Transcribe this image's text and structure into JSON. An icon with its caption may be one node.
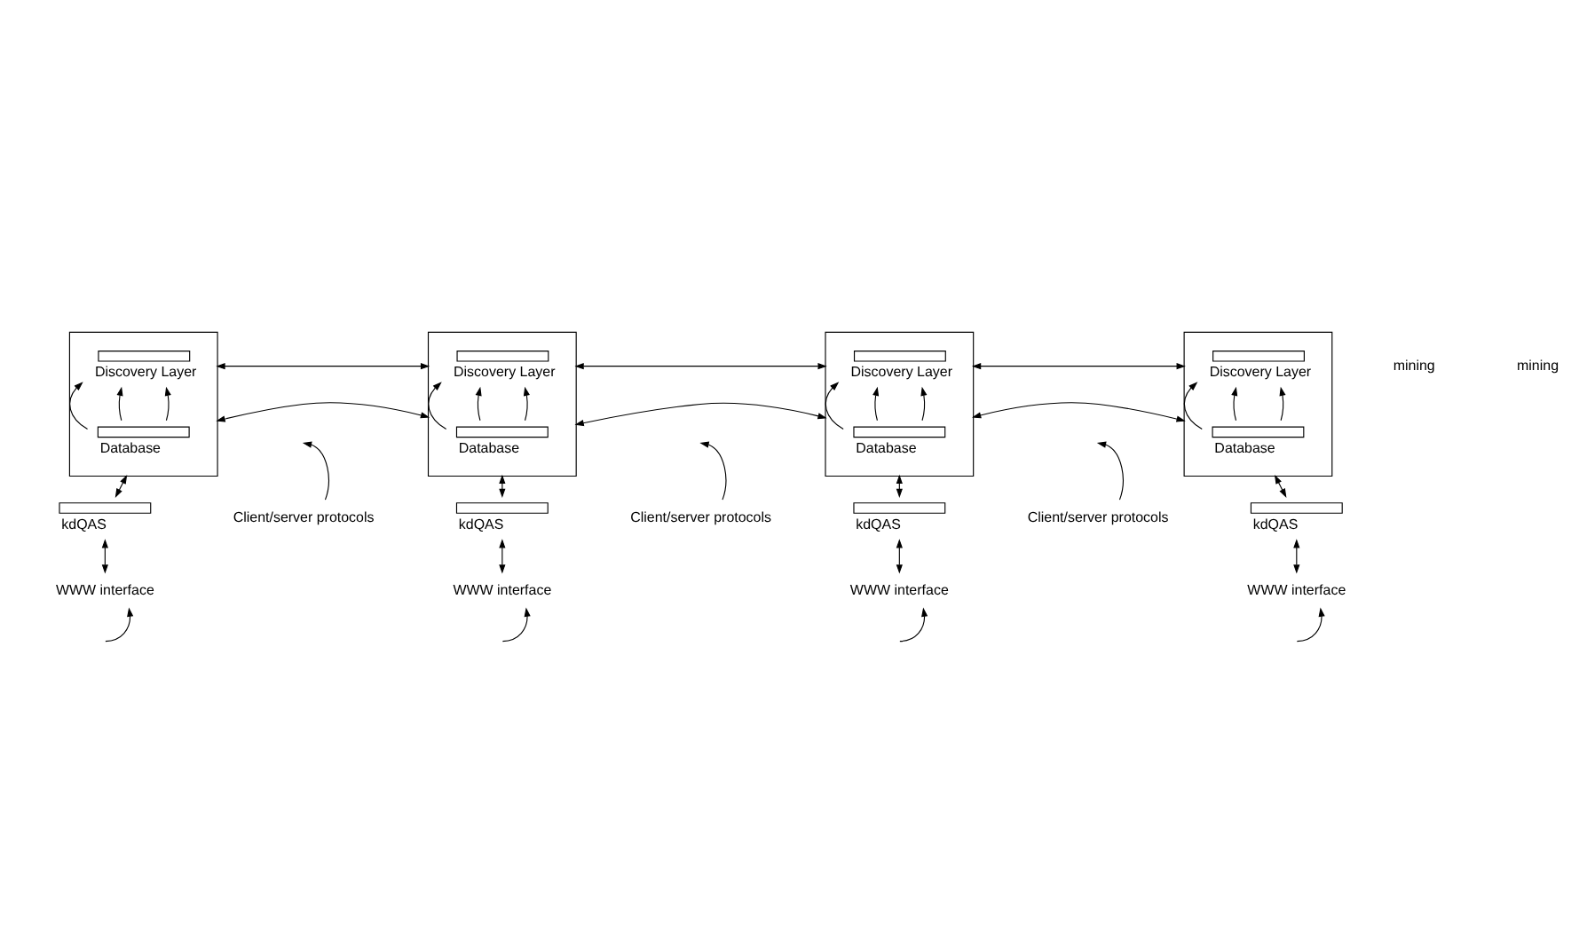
{
  "diagram": {
    "nodes": [
      {
        "text": [],
        "shape": "box"
      },
      {
        "text": [
          "Discovery Layer"
        ],
        "in": 0
      },
      {
        "text": [
          "Database"
        ],
        "in": 0
      },
      {
        "text": [
          "kdQAS"
        ]
      },
      {
        "text": [
          "WWW interface"
        ]
      },
      {
        "text": [],
        "shape": "box"
      },
      {
        "text": [
          "Discovery Layer"
        ],
        "in": 5
      },
      {
        "text": [
          "Database"
        ],
        "in": 5
      },
      {
        "text": [
          "kdQAS"
        ]
      },
      {
        "text": [
          "WWW interface"
        ]
      },
      {
        "text": [],
        "shape": "box"
      },
      {
        "text": [
          "Discovery Layer"
        ],
        "in": 10
      },
      {
        "text": [
          "Database"
        ],
        "in": 10
      },
      {
        "text": [
          "kdQAS"
        ]
      },
      {
        "text": [
          "WWW interface"
        ]
      },
      {
        "text": [],
        "shape": "box"
      },
      {
        "text": [
          "Discovery Layer"
        ],
        "in": 15
      },
      {
        "text": [
          "Database"
        ],
        "in": 15
      },
      {
        "text": [
          "kdQAS"
        ]
      },
      {
        "text": [
          "WWW interface"
        ]
      },
      {
        "text": [
          "Client/server protocols"
        ]
      },
      {
        "text": [
          "Client/server protocols"
        ]
      },
      {
        "text": [
          "Client/server protocols"
        ]
      }
    ],
    "edges": [
      {
        "from": 2,
        "to": 1,
        "arrow": "to"
      },
      {
        "from": 2,
        "to": 1,
        "arrow": "to"
      },
      {
        "from": 2,
        "to": 1,
        "arrow": "to"
      },
      {
        "from": 0,
        "to": 3,
        "arrow": "both"
      },
      {
        "from": 3,
        "to": 4,
        "arrow": "both"
      },
      {
        "from": null,
        "to": 4,
        "arrow": "to"
      },
      {
        "from": 7,
        "to": 6,
        "arrow": "to"
      },
      {
        "from": 7,
        "to": 6,
        "arrow": "to"
      },
      {
        "from": 7,
        "to": 6,
        "arrow": "to"
      },
      {
        "from": 5,
        "to": 8,
        "arrow": "both"
      },
      {
        "from": 8,
        "to": 9,
        "arrow": "both"
      },
      {
        "from": null,
        "to": 9,
        "arrow": "to"
      },
      {
        "from": 12,
        "to": 11,
        "arrow": "to"
      },
      {
        "from": 12,
        "to": 11,
        "arrow": "to"
      },
      {
        "from": 12,
        "to": 11,
        "arrow": "to"
      },
      {
        "from": 10,
        "to": 13,
        "arrow": "both"
      },
      {
        "from": 13,
        "to": 14,
        "arrow": "both"
      },
      {
        "from": null,
        "to": 14,
        "arrow": "to"
      },
      {
        "from": 17,
        "to": 16,
        "arrow": "to"
      },
      {
        "from": 17,
        "to": 16,
        "arrow": "to"
      },
      {
        "from": 17,
        "to": 16,
        "arrow": "to"
      },
      {
        "from": 15,
        "to": 18,
        "arrow": "both"
      },
      {
        "from": 18,
        "to": 19,
        "arrow": "both"
      },
      {
        "from": null,
        "to": 19,
        "arrow": "to"
      },
      {
        "from": 0,
        "to": 5,
        "arrow": "both"
      },
      {
        "from": 0,
        "to": 5,
        "arrow": "both"
      },
      {
        "from": 5,
        "to": 10,
        "arrow": "both"
      },
      {
        "from": 5,
        "to": 10,
        "arrow": "both"
      },
      {
        "from": 10,
        "to": 15,
        "arrow": "both"
      },
      {
        "from": 10,
        "to": 15,
        "arrow": "both"
      },
      {
        "from": 20,
        "to": null,
        "arrow": "to"
      },
      {
        "from": 21,
        "to": null,
        "arrow": "to"
      },
      {
        "from": 22,
        "to": null,
        "arrow": "to"
      }
    ],
    "labels": [
      "mining",
      "mining"
    ]
  }
}
